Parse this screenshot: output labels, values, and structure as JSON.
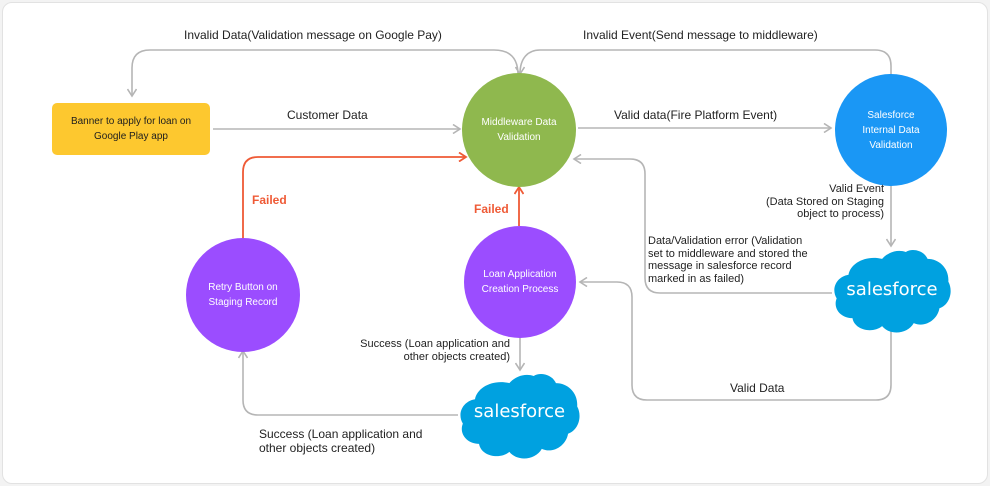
{
  "colors": {
    "start_box": "#fdc82f",
    "middleware": "#8fb84e",
    "salesforce_validation": "#1a97f5",
    "process": "#9b4dff",
    "salesforce_cloud": "#00a1e0",
    "arrow_gray": "#b5b5b5",
    "arrow_red": "#ef5a36"
  },
  "nodes": {
    "banner": "Banner to apply for loan on\nGoogle Play app",
    "middleware": "Middleware Data\nValidation",
    "sf_validation": "Salesforce\nInternal Data\nValidation",
    "loan_process": "Loan Application\nCreation Process",
    "retry": "Retry Button on\nStaging Record",
    "sf_cloud_right": "salesforce",
    "sf_cloud_bottom": "salesforce"
  },
  "edges": {
    "invalid_data": "Invalid Data(Validation message on Google Pay)",
    "invalid_event": "Invalid Event(Send message to middleware)",
    "customer_data": "Customer Data",
    "valid_data_fire": "Valid data(Fire Platform Event)",
    "valid_event": "Valid Event\n(Data Stored on Staging\nobject to process)",
    "validation_error": "Data/Validation error (Validation\nset to middleware and stored the\nmessage in salesforce record\nmarked in as failed)",
    "failed_retry": "Failed",
    "failed_loan": "Failed",
    "success_loan": "Success (Loan application and\nother objects created)",
    "success_retry": "Success (Loan application and\nother objects created)",
    "valid_data": "Valid Data"
  }
}
